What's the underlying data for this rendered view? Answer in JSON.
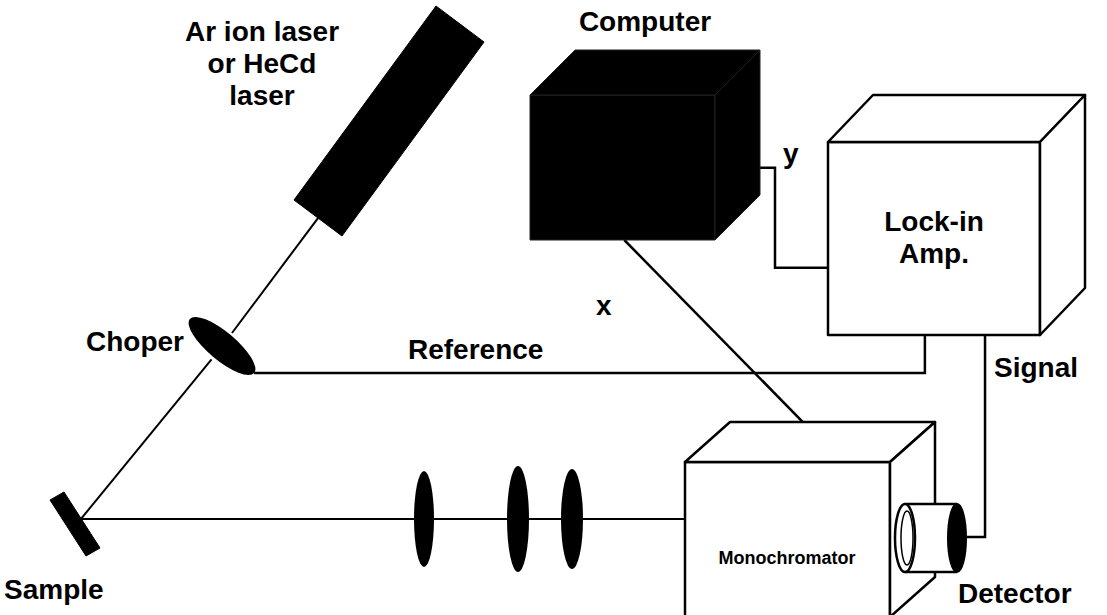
{
  "diagram": {
    "nodes": [
      {
        "text": [
          "Ar ion laser or HeCd laser"
        ]
      },
      {
        "text": [
          "Computer"
        ]
      },
      {
        "text": [
          "Lock-in Amp."
        ]
      },
      {
        "text": [
          "Choper"
        ]
      },
      {
        "text": [
          "Monochromator"
        ]
      },
      {
        "text": [
          "Sample"
        ]
      },
      {
        "text": [
          "Detector"
        ]
      }
    ],
    "edges": [
      {
        "from": 0,
        "to": 3,
        "arrow": "none"
      },
      {
        "from": 3,
        "to": 5,
        "arrow": "none"
      },
      {
        "from": 5,
        "to": 4,
        "arrow": "none"
      },
      {
        "from": 3,
        "to": 2,
        "label": "Reference",
        "arrow": "none"
      },
      {
        "from": 1,
        "to": 2,
        "label": "y",
        "arrow": "none"
      },
      {
        "from": 1,
        "to": 4,
        "label": "x",
        "arrow": "none"
      },
      {
        "from": 6,
        "to": 2,
        "label": "Signal",
        "arrow": "none"
      }
    ]
  }
}
